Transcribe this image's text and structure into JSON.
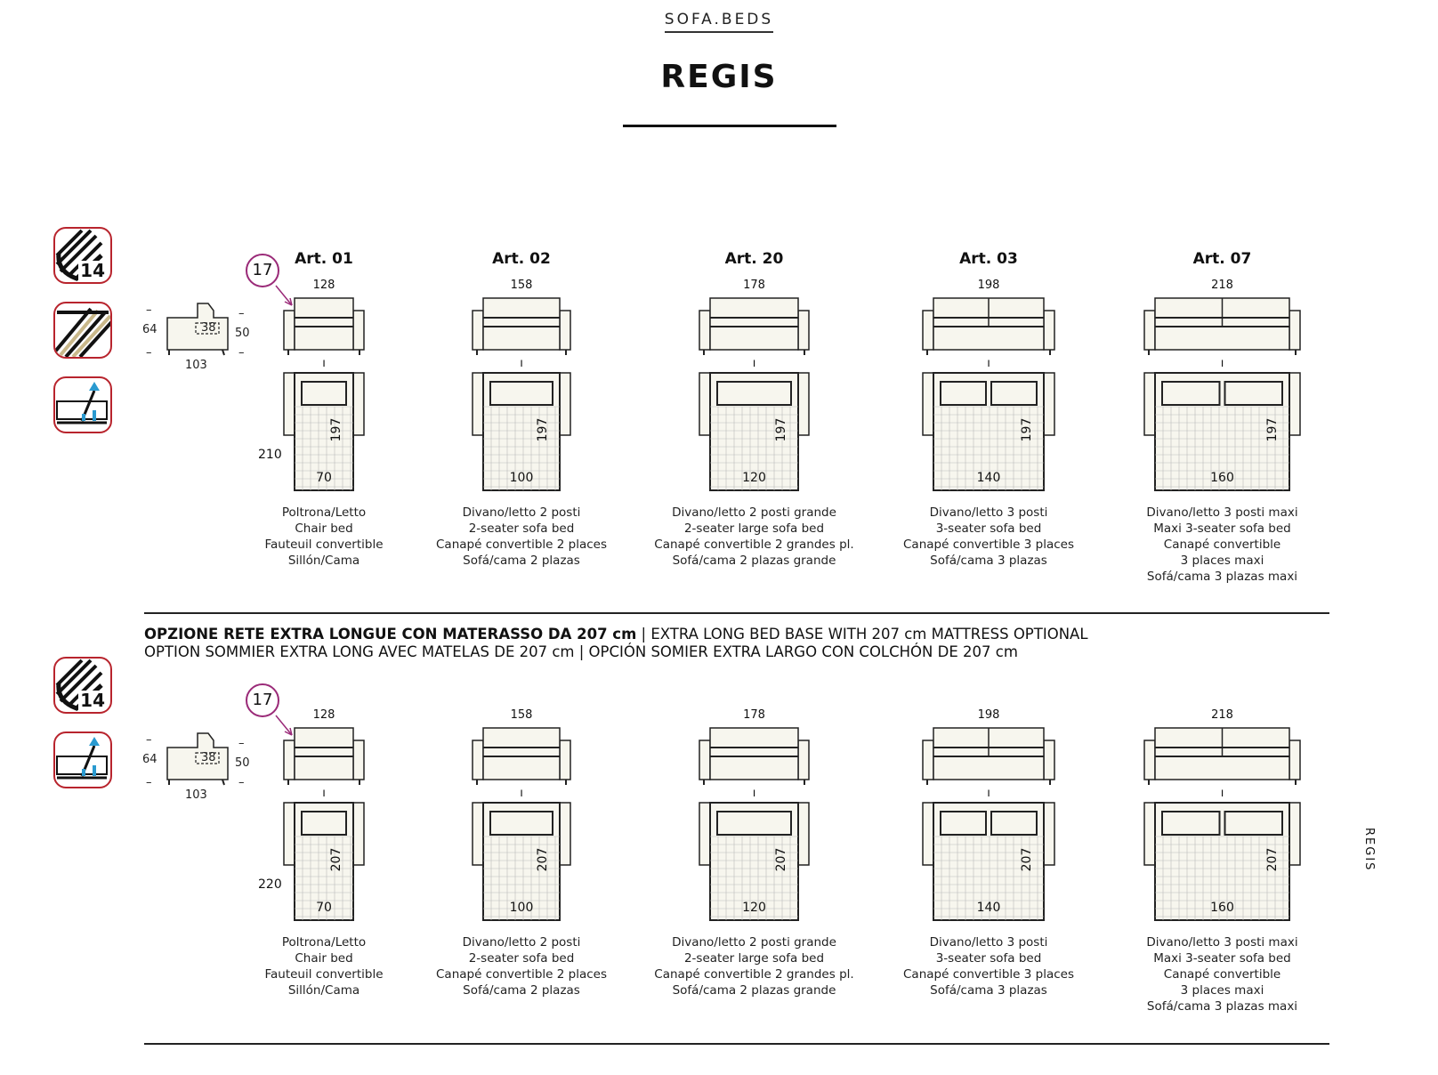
{
  "header": {
    "brand": "SOFA.BEDS",
    "title": "REGIS"
  },
  "side_label": "REGIS",
  "option": {
    "bold": "OPZIONE RETE EXTRA LONGUE CON MATERASSO DA 207 cm",
    "line1_rest": " | EXTRA LONG BED BASE WITH 207 cm MATTRESS OPTIONAL",
    "line2": "OPTION SOMMIER EXTRA LONG AVEC MATELAS DE 207 cm | OPCIÓN SOMIER EXTRA LARGO CON COLCHÓN DE 207 cm"
  },
  "colors": {
    "icon_border": "#b8242d",
    "badge_border": "#9a2a78",
    "fabric": "#f7f6ee"
  },
  "sections": [
    {
      "icons": [
        "cushion-14-icon",
        "fabric-stripes-icon",
        "mechanism-icon"
      ],
      "icon_number": "14",
      "badge": "17",
      "side_view": {
        "height": "64",
        "seat": "38",
        "arm": "50",
        "depth": "103"
      },
      "total_length": "210",
      "bed_length": "197",
      "articles": [
        {
          "name": "Art. 01",
          "width": "128",
          "bed_width": "70",
          "desc": [
            "Poltrona/Letto",
            "Chair bed",
            "Fauteuil convertible",
            "Sillón/Cama"
          ]
        },
        {
          "name": "Art. 02",
          "width": "158",
          "bed_width": "100",
          "desc": [
            "Divano/letto 2 posti",
            "2-seater sofa bed",
            "Canapé convertible 2 places",
            "Sofá/cama 2 plazas"
          ]
        },
        {
          "name": "Art. 20",
          "width": "178",
          "bed_width": "120",
          "desc": [
            "Divano/letto 2 posti grande",
            "2-seater large sofa bed",
            "Canapé convertible 2 grandes pl.",
            "Sofá/cama 2 plazas grande"
          ]
        },
        {
          "name": "Art. 03",
          "width": "198",
          "bed_width": "140",
          "desc": [
            "Divano/letto 3 posti",
            "3-seater sofa bed",
            "Canapé convertible 3 places",
            "Sofá/cama 3 plazas"
          ]
        },
        {
          "name": "Art. 07",
          "width": "218",
          "bed_width": "160",
          "desc": [
            "Divano/letto 3 posti maxi",
            "Maxi 3-seater sofa bed",
            "Canapé convertible",
            "3 places maxi",
            "Sofá/cama 3 plazas maxi"
          ]
        }
      ]
    },
    {
      "icons": [
        "cushion-14-icon",
        "mechanism-icon"
      ],
      "icon_number": "14",
      "badge": "17",
      "side_view": {
        "height": "64",
        "seat": "38",
        "arm": "50",
        "depth": "103"
      },
      "total_length": "220",
      "bed_length": "207",
      "articles": [
        {
          "name": "",
          "width": "128",
          "bed_width": "70",
          "desc": [
            "Poltrona/Letto",
            "Chair bed",
            "Fauteuil convertible",
            "Sillón/Cama"
          ]
        },
        {
          "name": "",
          "width": "158",
          "bed_width": "100",
          "desc": [
            "Divano/letto 2 posti",
            "2-seater sofa bed",
            "Canapé convertible 2 places",
            "Sofá/cama 2 plazas"
          ]
        },
        {
          "name": "",
          "width": "178",
          "bed_width": "120",
          "desc": [
            "Divano/letto 2 posti grande",
            "2-seater large sofa bed",
            "Canapé convertible 2 grandes pl.",
            "Sofá/cama 2 plazas grande"
          ]
        },
        {
          "name": "",
          "width": "198",
          "bed_width": "140",
          "desc": [
            "Divano/letto 3 posti",
            "3-seater sofa bed",
            "Canapé convertible 3 places",
            "Sofá/cama 3 plazas"
          ]
        },
        {
          "name": "",
          "width": "218",
          "bed_width": "160",
          "desc": [
            "Divano/letto 3 posti maxi",
            "Maxi 3-seater sofa bed",
            "Canapé convertible",
            "3 places maxi",
            "Sofá/cama 3 plazas maxi"
          ]
        }
      ]
    }
  ]
}
